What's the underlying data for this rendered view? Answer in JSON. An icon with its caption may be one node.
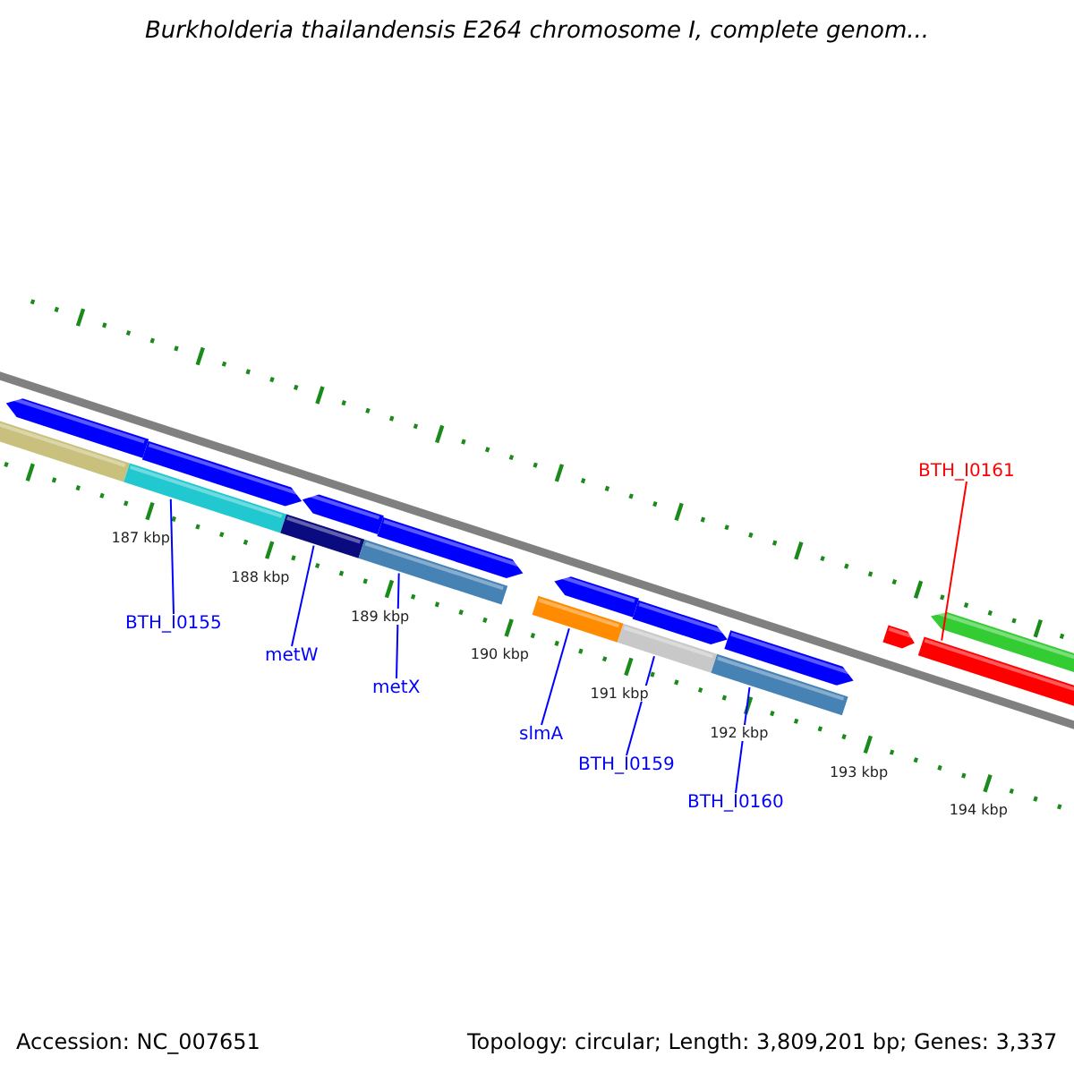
{
  "diagram": {
    "title": "Burkholderia thailandensis E264 chromosome I, complete genom...",
    "nodes": [
      {
        "text": [
          "BTH_I0161"
        ]
      },
      {
        "text": [
          "BTH_I0155"
        ]
      },
      {
        "text": [
          "metW"
        ]
      },
      {
        "text": [
          "metX"
        ]
      },
      {
        "text": [
          "slmA"
        ]
      },
      {
        "text": [
          "BTH_I0159"
        ]
      },
      {
        "text": [
          "BTH_I0160"
        ]
      },
      {
        "text": [],
        "shape": "bar"
      },
      {
        "text": [],
        "shape": "bar"
      },
      {
        "text": [],
        "shape": "bar"
      },
      {
        "text": [],
        "shape": "bar"
      },
      {
        "text": [],
        "shape": "bar"
      },
      {
        "text": [],
        "shape": "bar"
      },
      {
        "text": [],
        "shape": "bar"
      }
    ],
    "edges": [
      {
        "from": 0,
        "to": 7,
        "arrow": "none",
        "color": "#ff0000"
      },
      {
        "from": 1,
        "to": 8,
        "arrow": "none"
      },
      {
        "from": 2,
        "to": 9,
        "arrow": "none"
      },
      {
        "from": 3,
        "to": 10,
        "arrow": "none"
      },
      {
        "from": 4,
        "to": 11,
        "arrow": "none"
      },
      {
        "from": 5,
        "to": 12,
        "arrow": "none"
      },
      {
        "from": 6,
        "to": 13,
        "arrow": "none"
      }
    ],
    "labels": [
      "187 kbp",
      "188 kbp",
      "189 kbp",
      "190 kbp",
      "191 kbp",
      "192 kbp",
      "193 kbp",
      "194 kbp",
      "Accession: NC_007651",
      "Topology: circular; Length: 3,809,201 bp; Genes: 3,337"
    ]
  }
}
